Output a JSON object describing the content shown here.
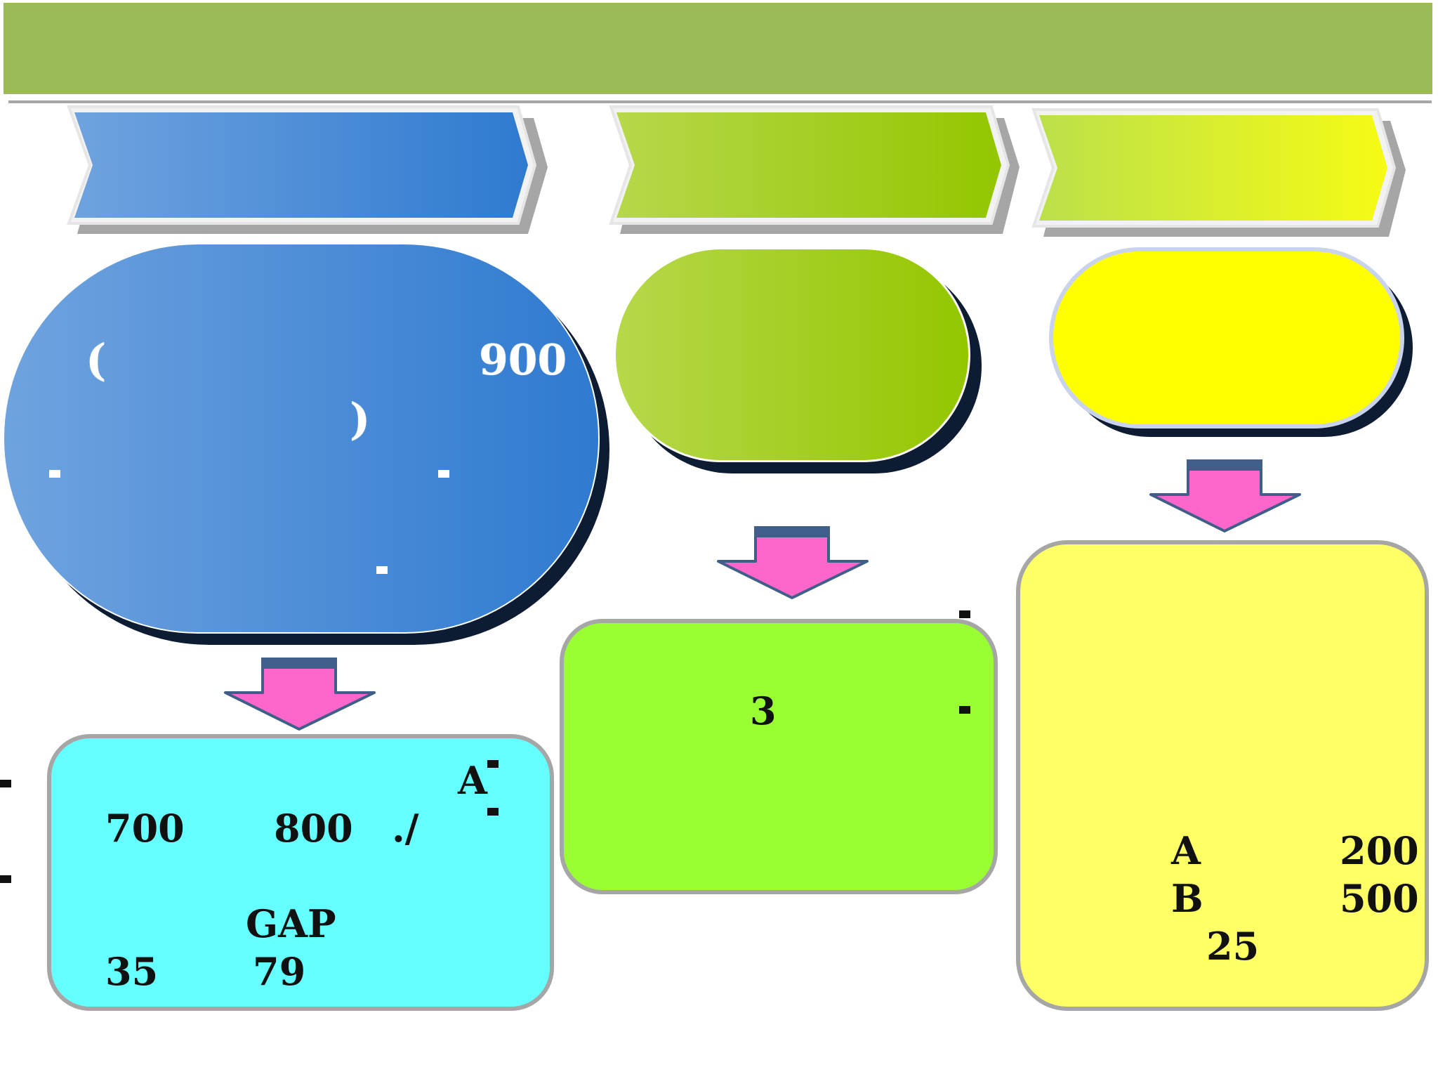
{
  "colors": {
    "title_bar": "#9bbb59",
    "blue_start": "#6fa3df",
    "blue_end": "#2f7ad0",
    "green_start": "#b6d84a",
    "green_end": "#94c600",
    "yellow_start": "#bbe04a",
    "yellow_end": "#f6fb14",
    "yellow_ellipse": "#ffff00",
    "arrow_fill": "#ff66cc",
    "arrow_stroke": "#3f5f8a",
    "box_cyan": "#66ffff",
    "box_green": "#99ff33",
    "box_yellow": "#ffff66",
    "box_border": "#a6a6a6"
  },
  "blue_ellipse": {
    "open_paren": "(",
    "value": "900",
    "close_paren": ")"
  },
  "cyan_box": {
    "label_a": "A",
    "value_1": "700",
    "value_2": "800",
    "unit": "./",
    "gap_label": "GAP",
    "value_3": "35",
    "value_4": "79"
  },
  "green_box": {
    "value": "3"
  },
  "yellow_box": {
    "row1_label": "A",
    "row1_value": "200",
    "row2_label": "B",
    "row2_value": "500",
    "value_3": "25"
  }
}
